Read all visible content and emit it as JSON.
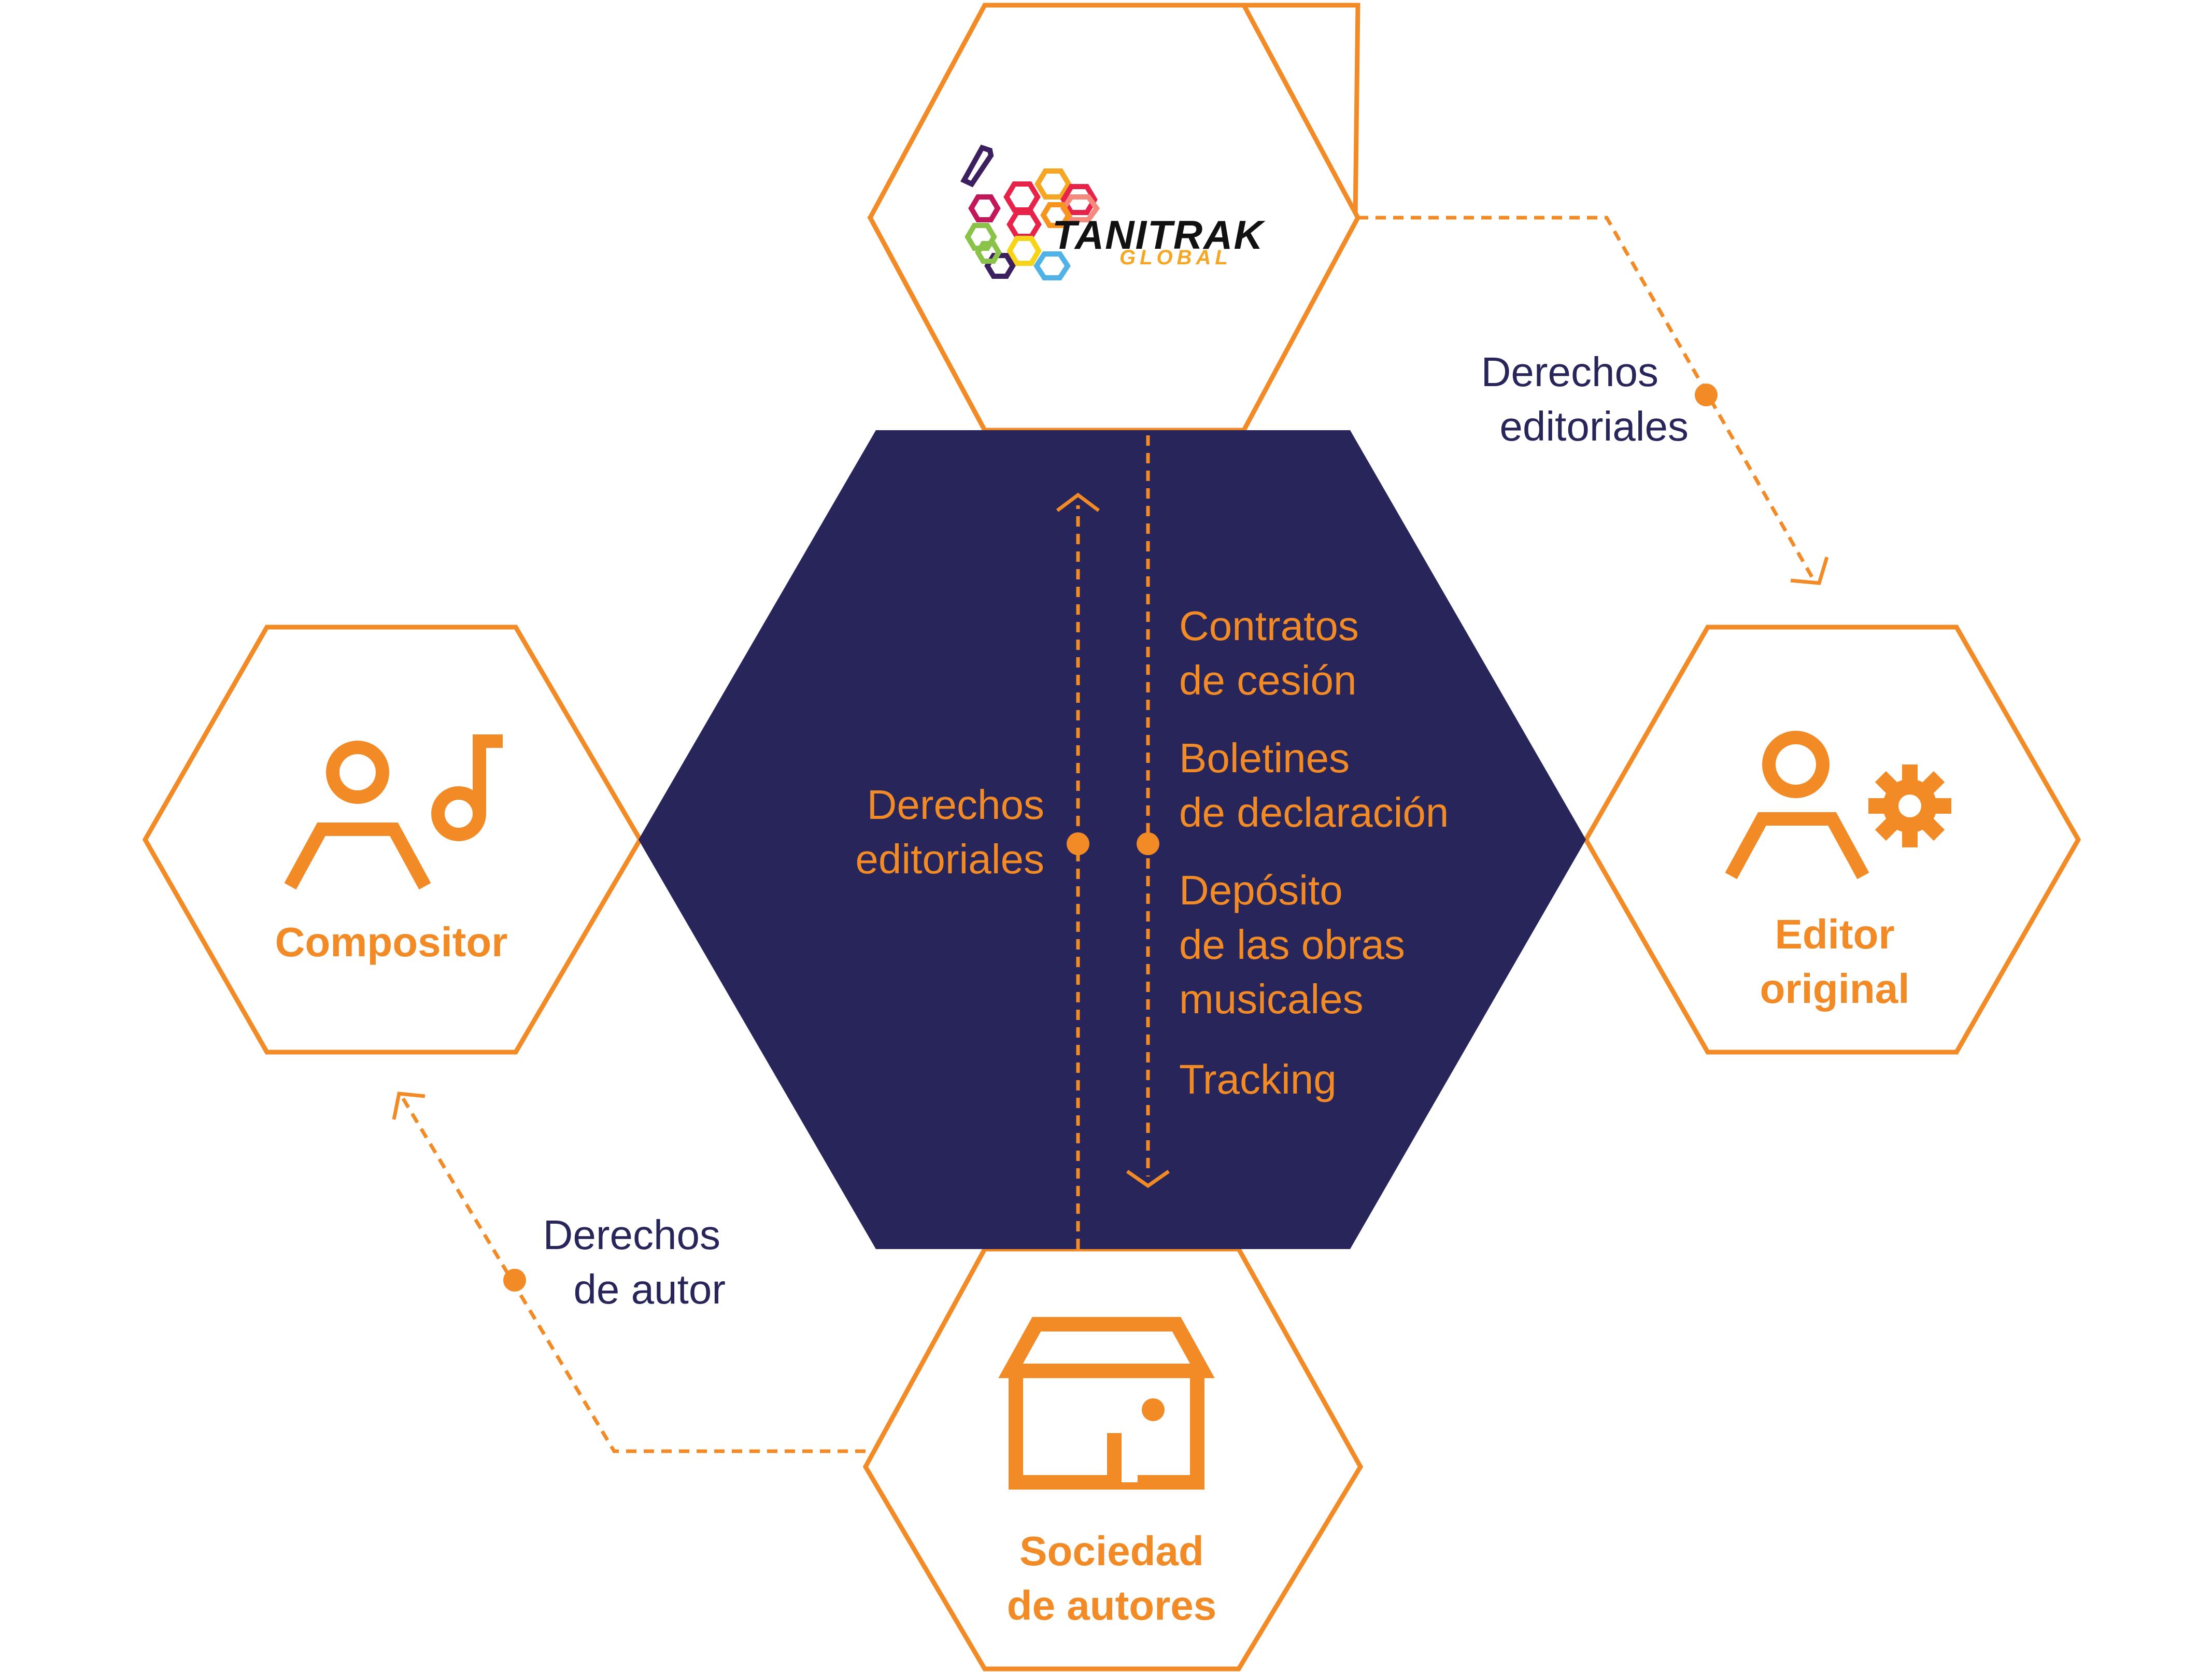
{
  "colors": {
    "orange": "#f28a26",
    "navy": "#27255a",
    "white": "#ffffff"
  },
  "logo": {
    "brand_main": "TANITRAK",
    "brand_sub": "GLOBAL"
  },
  "center": {
    "left_label": [
      "Derechos",
      "editoriales"
    ],
    "items": [
      [
        "Contratos",
        "de cesión"
      ],
      [
        "Boletines",
        "de declaración"
      ],
      [
        "Depósito",
        "de las obras",
        "musicales"
      ],
      [
        "Tracking"
      ]
    ]
  },
  "nodes": {
    "composer": {
      "label": "Compositor",
      "icon": "person-music-note-icon"
    },
    "editor": {
      "label_lines": [
        "Editor",
        "original"
      ],
      "icon": "person-gear-icon"
    },
    "society": {
      "label_lines": [
        "Sociedad",
        "de autores"
      ],
      "icon": "building-icon"
    }
  },
  "flows": {
    "editorial_rights": [
      "Derechos",
      "editoriales"
    ],
    "author_rights": [
      "Derechos",
      "de autor"
    ]
  }
}
